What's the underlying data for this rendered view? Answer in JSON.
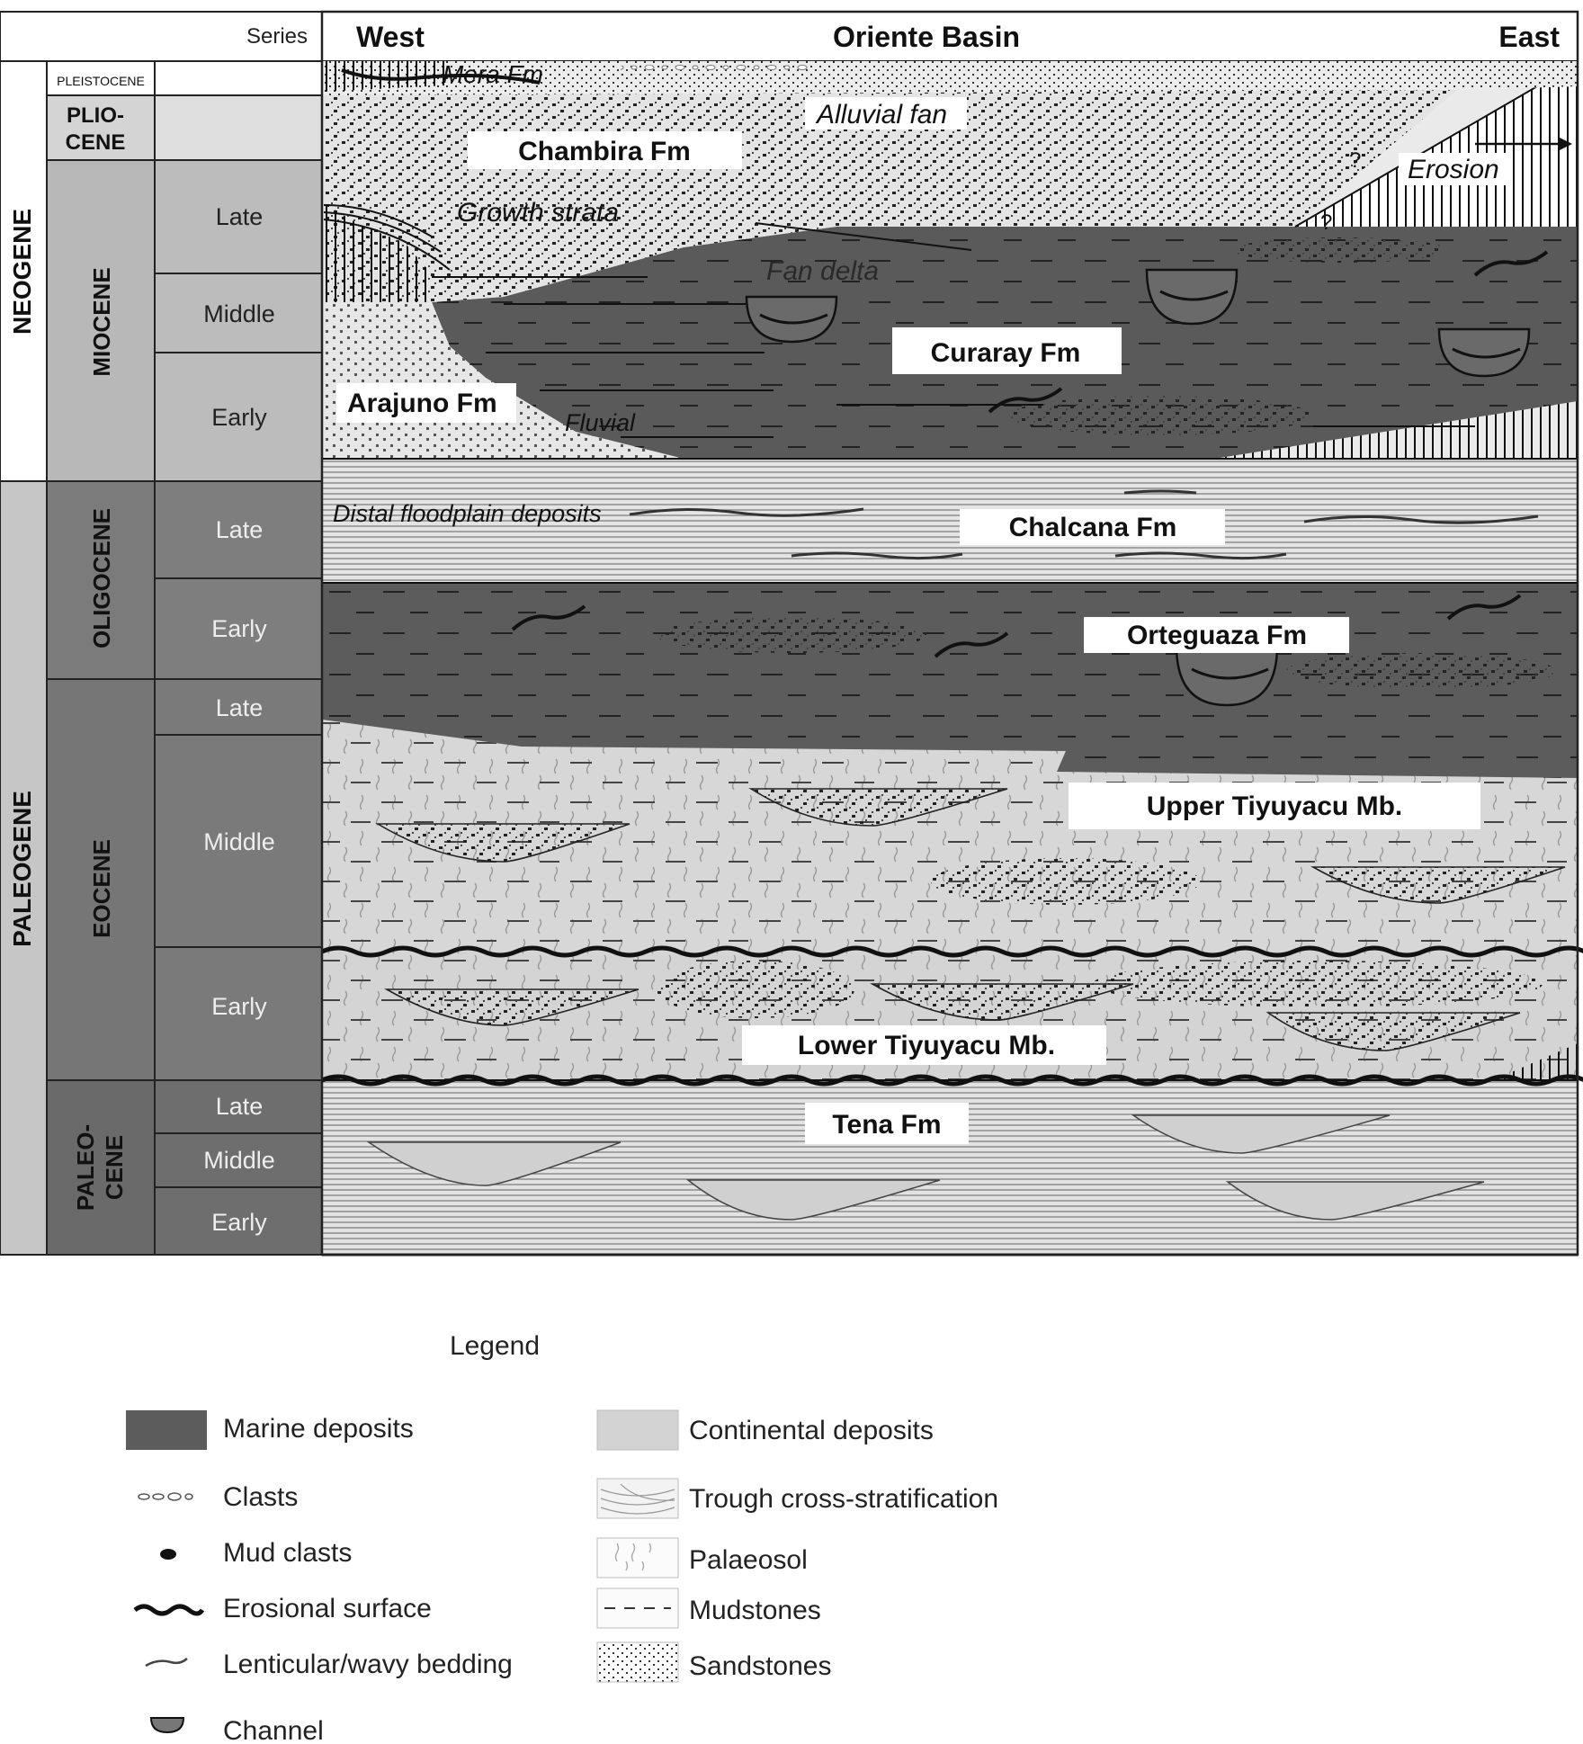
{
  "header": {
    "series_label": "Series",
    "west": "West",
    "basin": "Oriente Basin",
    "east": "East"
  },
  "periods": {
    "neogene": "NEOGENE",
    "paleogene": "PALEOGENE"
  },
  "epochs": {
    "pleistocene": "PLEISTOCENE",
    "pliocene": [
      "PLIO-",
      "CENE"
    ],
    "miocene": "MIOCENE",
    "oligocene": "OLIGOCENE",
    "eocene": "EOCENE",
    "paleocene": [
      "PALEO-",
      "CENE"
    ]
  },
  "stages": {
    "miocene_late": "Late",
    "miocene_middle": "Middle",
    "miocene_early": "Early",
    "oligocene_late": "Late",
    "oligocene_early": "Early",
    "eocene_late": "Late",
    "eocene_middle": "Middle",
    "eocene_early": "Early",
    "paleocene_late": "Late",
    "paleocene_middle": "Middle",
    "paleocene_early": "Early"
  },
  "formations": {
    "mera": "Mera Fm",
    "chambira": "Chambira Fm",
    "curaray": "Curaray Fm",
    "arajuno": "Arajuno Fm",
    "chalcana": "Chalcana Fm",
    "orteguaza": "Orteguaza Fm",
    "upper_tiyuyacu": "Upper Tiyuyacu Mb.",
    "lower_tiyuyacu": "Lower Tiyuyacu Mb.",
    "tena": "Tena Fm"
  },
  "annotations": {
    "alluvial_fan": "Alluvial fan",
    "erosion": "Erosion",
    "growth_strata": "Growth strata",
    "fan_delta": "Fan delta",
    "fluvial": "Fluvial",
    "distal_floodplain": "Distal floodplain deposits",
    "question_mark": "?"
  },
  "legend": {
    "title": "Legend",
    "items_left": [
      {
        "label": "Marine deposits",
        "icon": "marine-swatch"
      },
      {
        "label": "Clasts",
        "icon": "clasts-icon"
      },
      {
        "label": "Mud clasts",
        "icon": "mud-clasts-icon"
      },
      {
        "label": "Erosional surface",
        "icon": "erosional-surface-icon"
      },
      {
        "label": "Lenticular/wavy bedding",
        "icon": "lenticular-bedding-icon"
      },
      {
        "label": "Channel",
        "icon": "channel-icon"
      }
    ],
    "items_right": [
      {
        "label": "Continental deposits",
        "icon": "continental-swatch"
      },
      {
        "label": "Trough cross-stratification",
        "icon": "trough-cross-icon"
      },
      {
        "label": "Palaeosol",
        "icon": "palaeosol-icon"
      },
      {
        "label": "Mudstones",
        "icon": "mudstones-icon"
      },
      {
        "label": "Sandstones",
        "icon": "sandstones-icon"
      }
    ]
  },
  "colors": {
    "marine": "#5c5c5c",
    "continental": "#d3d3d3",
    "column_dark": "#6e6e6e",
    "column_mid": "#a6a6a6",
    "column_light": "#d2d2d2",
    "ink": "#111111"
  }
}
